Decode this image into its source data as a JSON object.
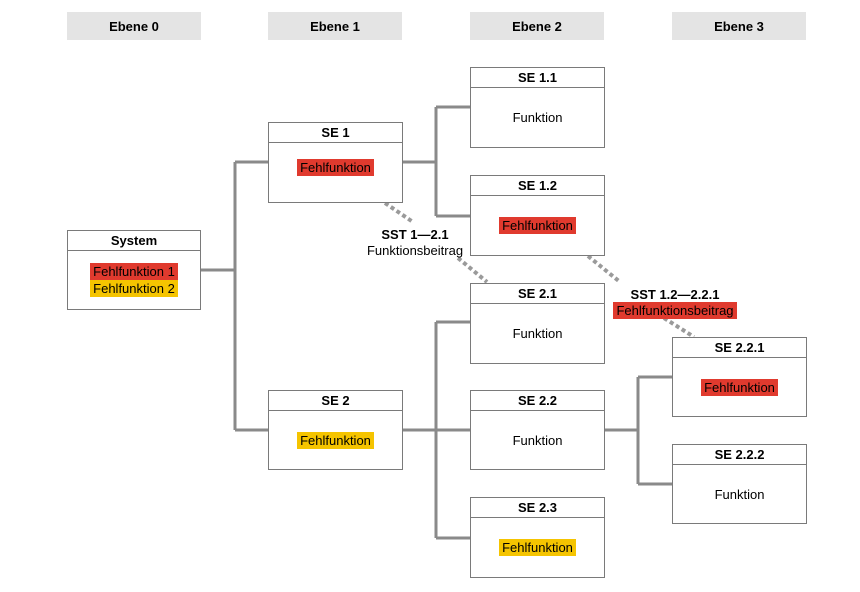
{
  "levels": [
    "Ebene 0",
    "Ebene 1",
    "Ebene 2",
    "Ebene 3"
  ],
  "colors": {
    "error": "#e03a2e",
    "warning": "#f5c400",
    "line": "#8a8a8a",
    "header_bg": "#e4e4e4"
  },
  "nodes": {
    "system": {
      "title": "System",
      "functions": [
        {
          "text": "Fehlfunktion 1",
          "color": "red"
        },
        {
          "text": "Fehlfunktion 2",
          "color": "yellow"
        }
      ]
    },
    "se1": {
      "title": "SE 1",
      "function": "Fehlfunktion",
      "color": "red"
    },
    "se2": {
      "title": "SE 2",
      "function": "Fehlfunktion",
      "color": "yellow"
    },
    "se11": {
      "title": "SE 1.1",
      "function": "Funktion",
      "color": "none"
    },
    "se12": {
      "title": "SE 1.2",
      "function": "Fehlfunktion",
      "color": "red"
    },
    "se21": {
      "title": "SE 2.1",
      "function": "Funktion",
      "color": "none"
    },
    "se22": {
      "title": "SE 2.2",
      "function": "Funktion",
      "color": "none"
    },
    "se23": {
      "title": "SE 2.3",
      "function": "Fehlfunktion",
      "color": "yellow"
    },
    "se221": {
      "title": "SE 2.2.1",
      "function": "Fehlfunktion",
      "color": "red"
    },
    "se222": {
      "title": "SE 2.2.2",
      "function": "Funktion",
      "color": "none"
    }
  },
  "interfaces": [
    {
      "code": "SST 1—2.1",
      "label": "Funktionsbeitrag",
      "highlight": "none"
    },
    {
      "code": "SST 1.2—2.2.1",
      "label": "Fehlfunktionsbeitrag",
      "highlight": "red"
    }
  ]
}
